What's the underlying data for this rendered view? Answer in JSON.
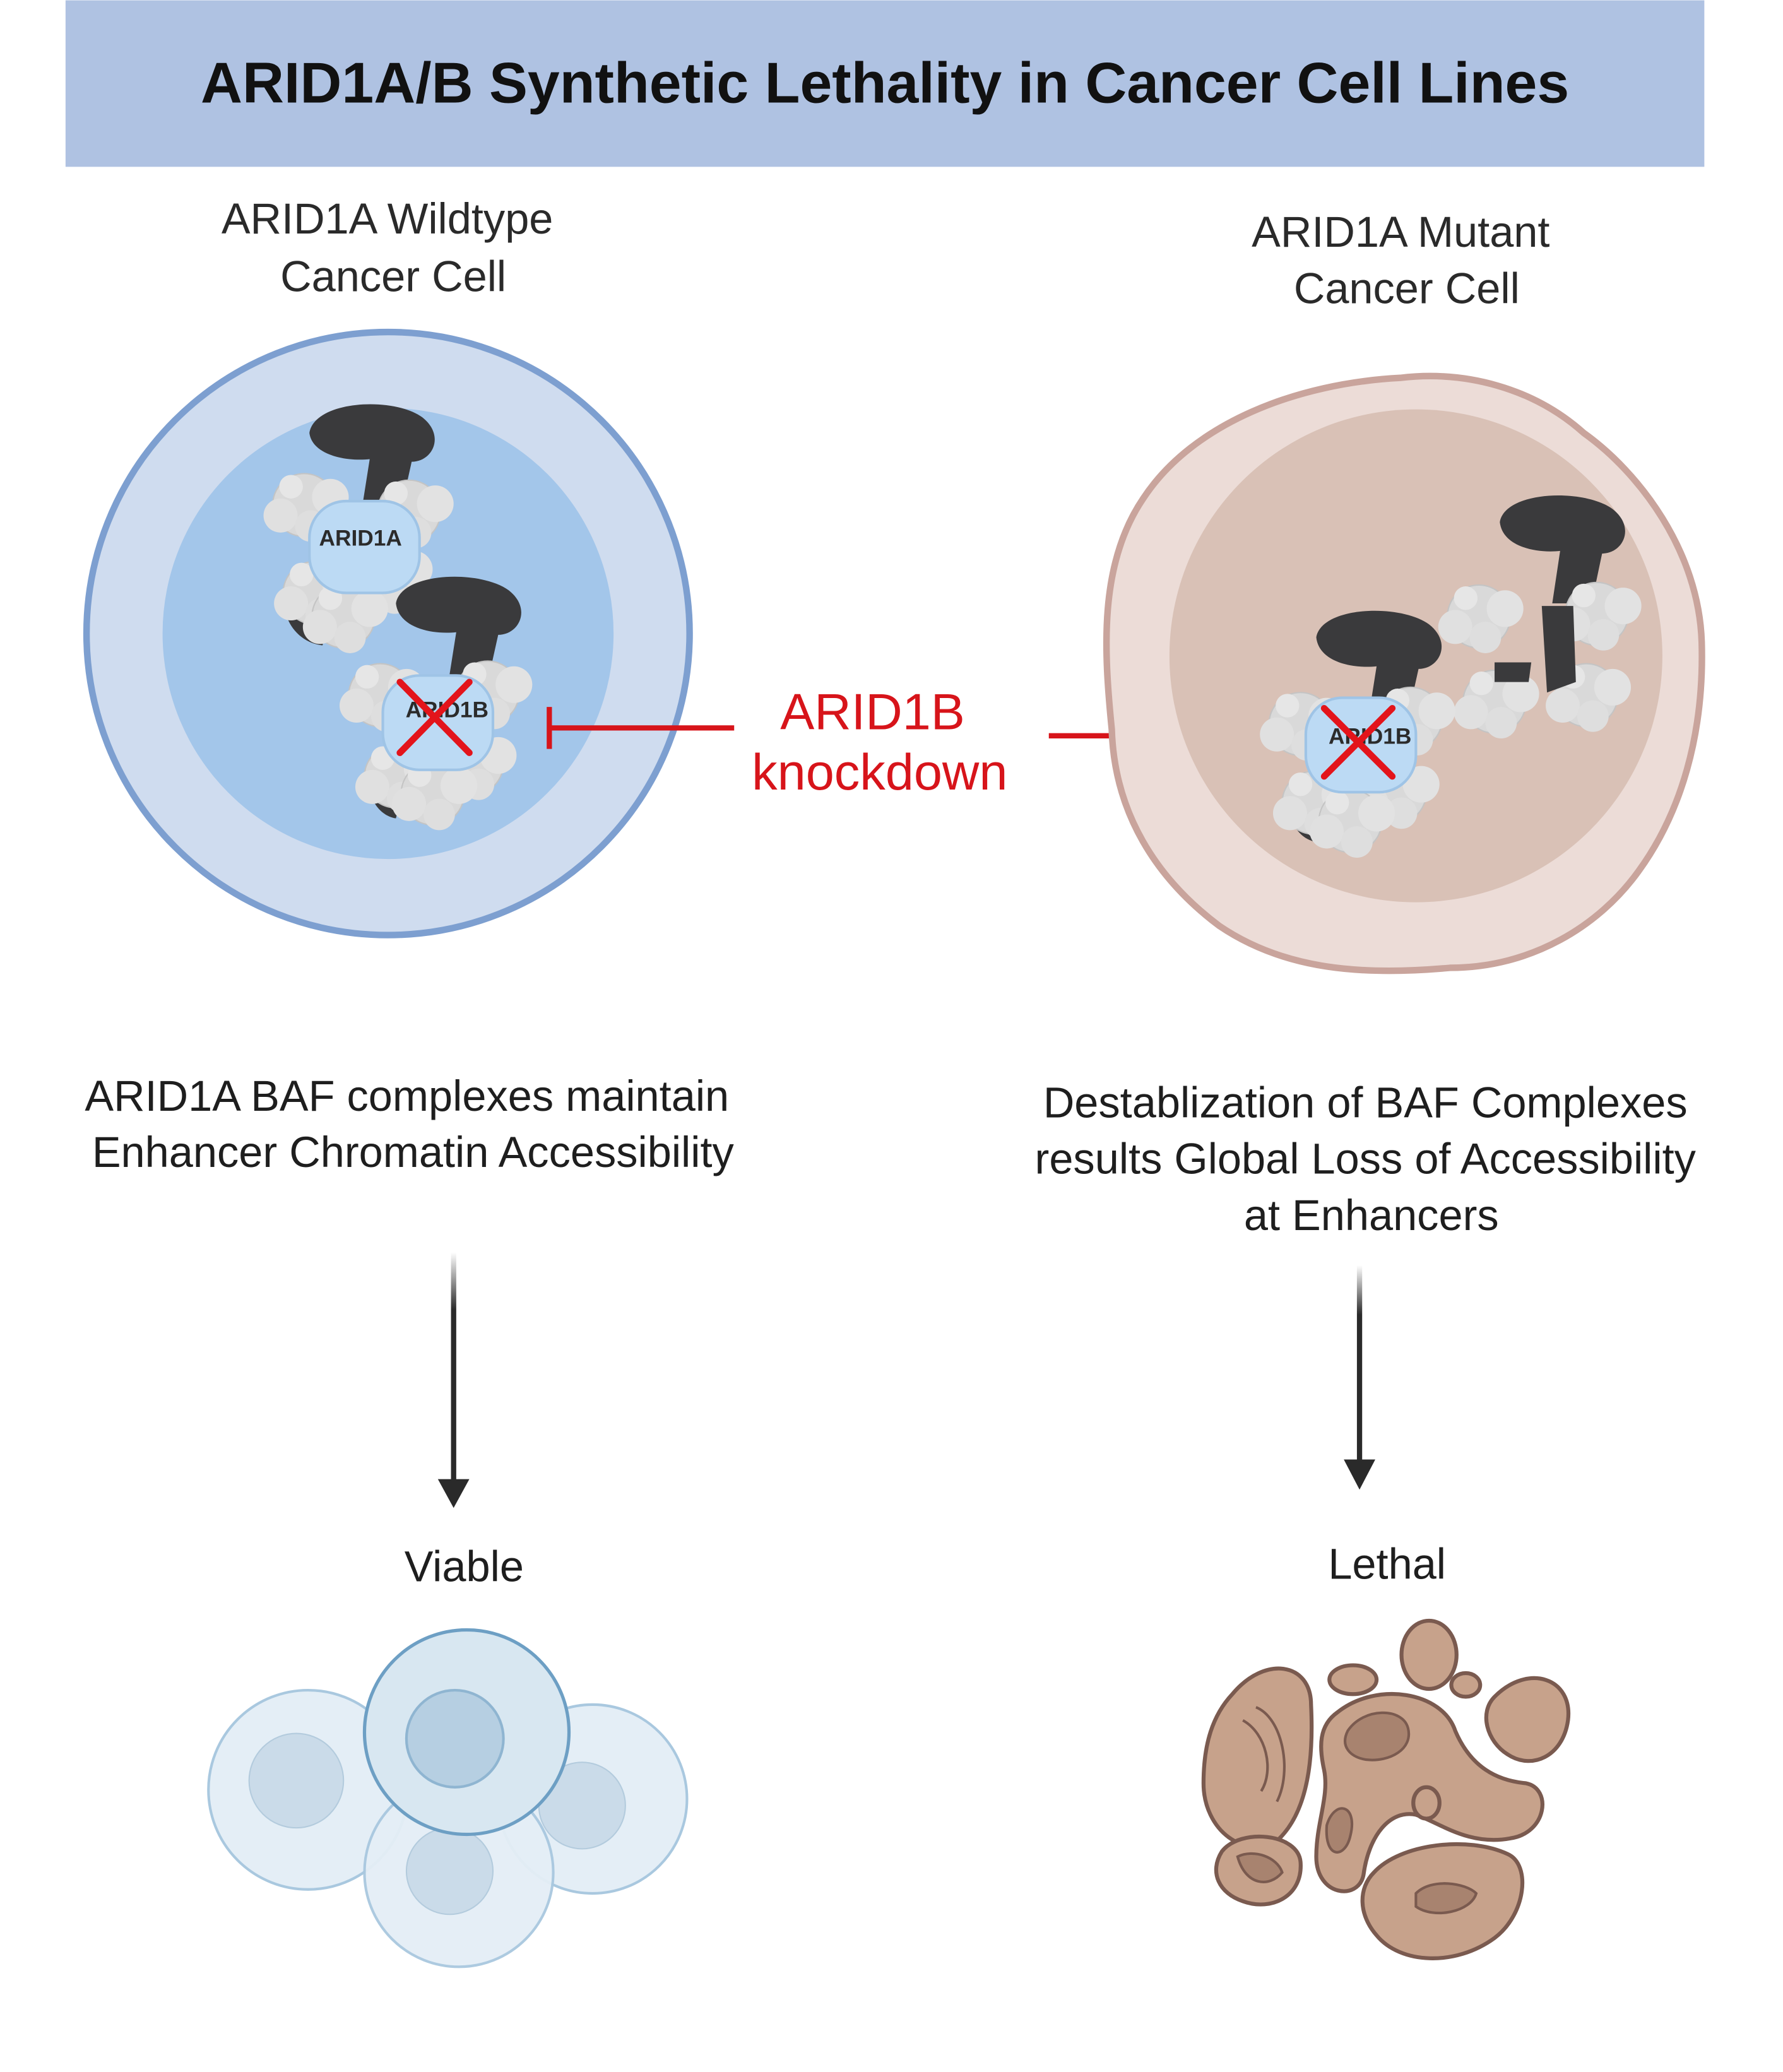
{
  "header": {
    "title": "ARID1A/B Synthetic Lethality in Cancer Cell Lines",
    "background": "#afc2e2"
  },
  "left_panel": {
    "cell_title_lines": [
      "ARID1A Wildtype",
      "Cancer Cell"
    ],
    "complex_top_label": "ARID1A",
    "complex_bottom_label": "ARID1B",
    "description_lines": [
      "ARID1A BAF complexes maintain",
      "Enhancer Chromatin Accessibility"
    ],
    "outcome": "Viable"
  },
  "right_panel": {
    "cell_title_lines": [
      "ARID1A Mutant",
      "Cancer Cell"
    ],
    "complex_label": "ARID1B",
    "description_lines": [
      "Destablization of BAF Complexes",
      "results Global Loss of Accessibility",
      "at Enhancers"
    ],
    "outcome": "Lethal"
  },
  "center": {
    "knockdown_lines": [
      "ARID1B",
      "knockdown"
    ]
  },
  "colors": {
    "inhibit_red": "#d7141a",
    "wt_cell_fill": "#cfdcef",
    "wt_cell_stroke": "#7d9fd0",
    "wt_nucleus": "#a3c6ea",
    "mut_cell_fill": "#ecdcd7",
    "mut_cell_stroke": "#c9a49c",
    "mut_nucleus": "#d9c1b6",
    "complex_dark": "#3a3a3c",
    "complex_grey": "#d9d9d9",
    "arid_blue": "#bcdaf4",
    "dead_cell_fill": "#c7a28b",
    "dead_cell_stroke": "#7a5a4f"
  }
}
